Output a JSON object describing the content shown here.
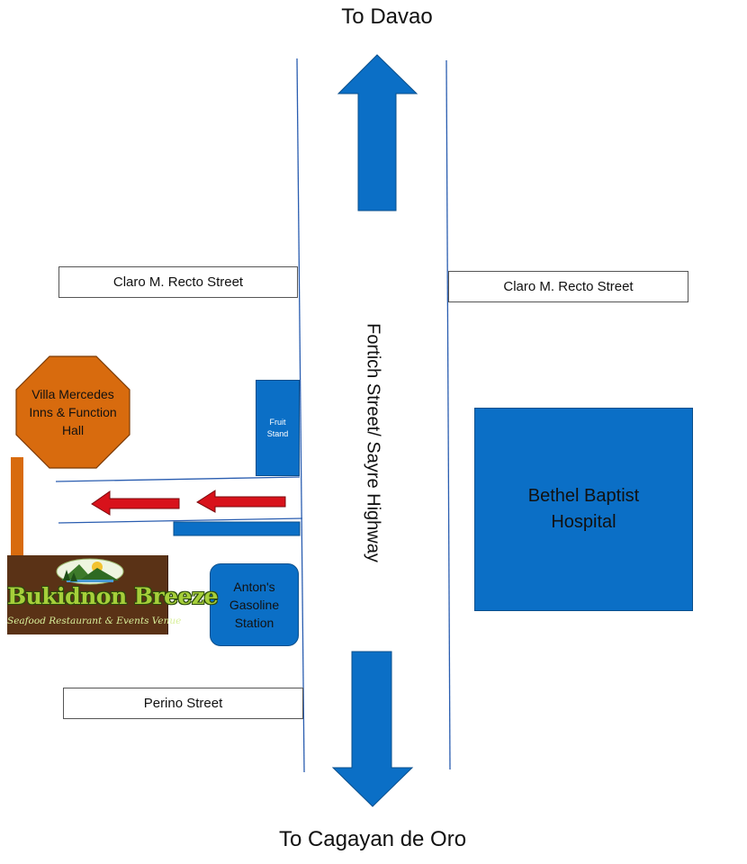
{
  "destinations": {
    "north": "To Davao",
    "south": "To Cagayan de Oro"
  },
  "streets": {
    "claro_left": "Claro M. Recto Street",
    "claro_right": "Claro M. Recto Street",
    "perino": "Perino Street",
    "highway": "Fortich Street/ Sayre Highway"
  },
  "landmarks": {
    "hospital": "Bethel Baptist Hospital",
    "fruit_stand": "Fruit Stand",
    "gas_station": "Anton's Gasoline Station",
    "villa": "Villa Mercedes Inns & Function Hall"
  },
  "logo": {
    "name": "Bukidnon Breeze",
    "subtitle": "Seafood Restaurant & Events Venue"
  },
  "colors": {
    "blue": "#0b6fc6",
    "orange": "#d86b0e",
    "red_arrow": "#d8121b",
    "logo_bg": "#5a3216",
    "logo_text": "#a6cf3a"
  },
  "icons": {
    "north_arrow": "up-arrow-icon",
    "south_arrow": "down-arrow-icon",
    "direction_arrows": "left-arrow-icon"
  }
}
